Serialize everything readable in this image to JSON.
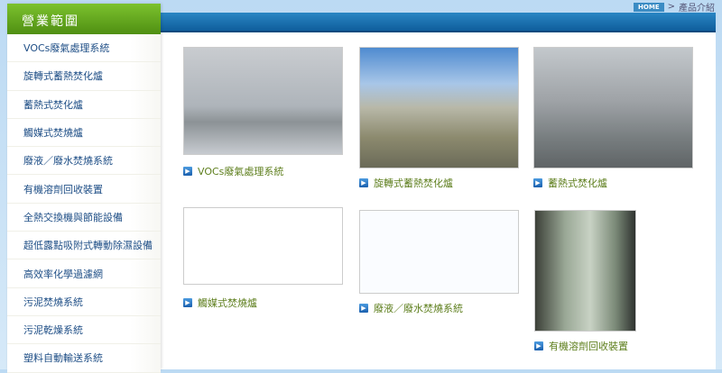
{
  "breadcrumb": {
    "home": "HOME",
    "separator": ">",
    "current": "產品介紹"
  },
  "sidebar": {
    "title": "營業範圍",
    "items": [
      {
        "label": "VOCs廢氣處理系統"
      },
      {
        "label": "旋轉式蓄熱焚化爐"
      },
      {
        "label": "蓄熱式焚化爐"
      },
      {
        "label": "觸媒式焚燒爐"
      },
      {
        "label": "廢液／廢水焚燒系統"
      },
      {
        "label": "有機溶劑回收裝置"
      },
      {
        "label": "全熱交換機與節能設備"
      },
      {
        "label": "超低露點吸附式轉動除濕設備"
      },
      {
        "label": "高效率化學過濾網"
      },
      {
        "label": "污泥焚燒系統"
      },
      {
        "label": "污泥乾燥系統"
      },
      {
        "label": "塑料自動輸送系統"
      }
    ]
  },
  "products": [
    {
      "caption": "VOCs廢氣處理系統"
    },
    {
      "caption": "旋轉式蓄熱焚化爐"
    },
    {
      "caption": "蓄熱式焚化爐"
    },
    {
      "caption": "觸媒式焚燒爐"
    },
    {
      "caption": "廢液／廢水焚燒系統"
    },
    {
      "caption": "有機溶劑回收裝置"
    }
  ],
  "colors": {
    "accent_green": "#5d7e1c",
    "link_blue": "#1e4e86",
    "header_blue": "#0f5e9c"
  }
}
